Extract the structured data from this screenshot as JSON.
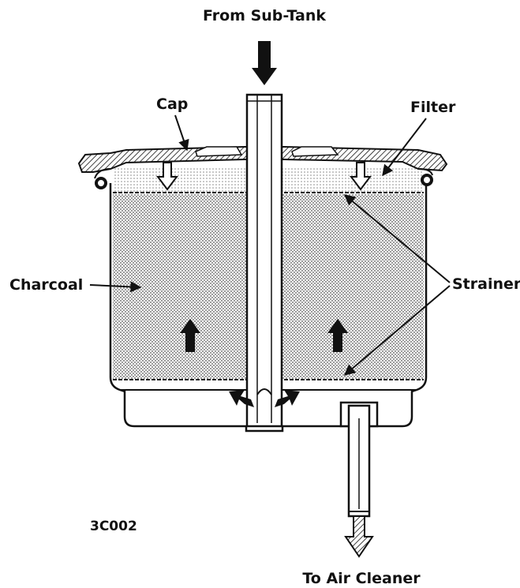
{
  "labels": {
    "inlet": "From Sub-Tank",
    "cap": "Cap",
    "filter": "Filter",
    "charcoal": "Charcoal",
    "strainer": "Strainer",
    "outlet": "To Air Cleaner",
    "figure_code": "3C002"
  },
  "colors": {
    "ink": "#111111",
    "paper": "#ffffff",
    "charcoal_fill": "#c8c8c8",
    "filter_fill": "#e2e2e2"
  }
}
